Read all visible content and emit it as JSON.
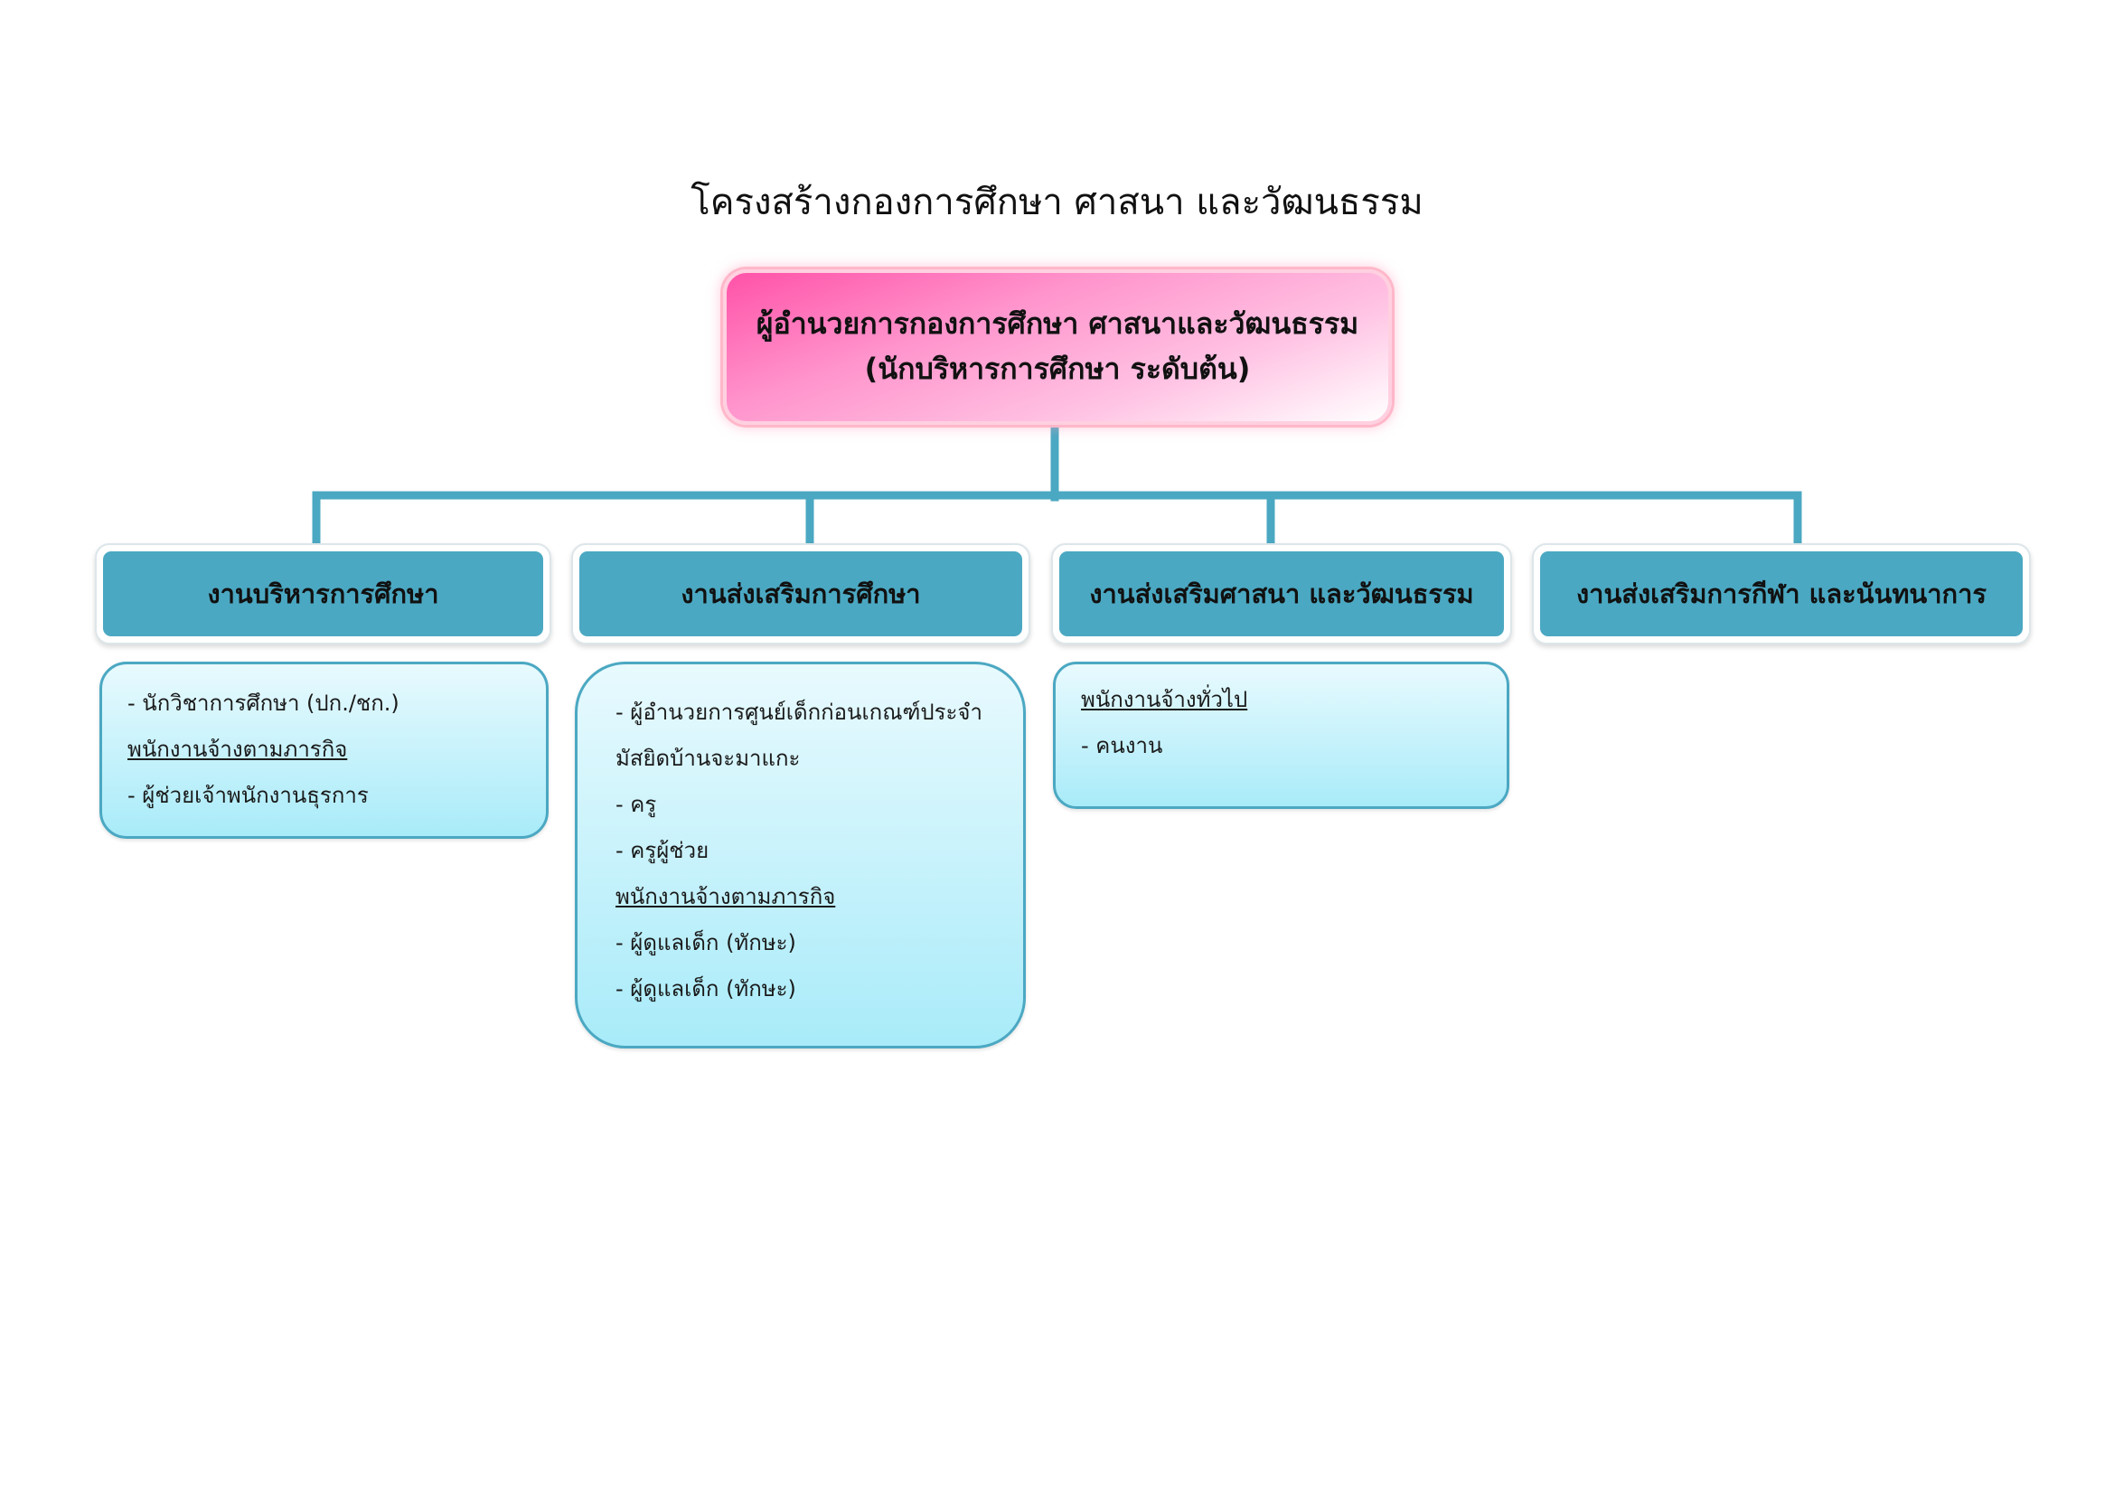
{
  "title": "โครงสร้างกองการศึกษา ศาสนา และวัฒนธรรม",
  "director": {
    "line1": "ผู้อำนวยการกองการศึกษา ศาสนาและวัฒนธรรม",
    "line2": "(นักบริหารการศึกษา ระดับต้น)"
  },
  "departments": [
    {
      "name": "งานบริหารการศึกษา",
      "staff": [
        {
          "text": "- นักวิชาการศึกษา (ปก./ชก.)",
          "heading": false
        },
        {
          "text": "พนักงานจ้างตามภารกิจ",
          "heading": true
        },
        {
          "text": "- ผู้ช่วยเจ้าพนักงานธุรการ",
          "heading": false
        }
      ]
    },
    {
      "name": "งานส่งเสริมการศึกษา",
      "staff": [
        {
          "text": "- ผู้อำนวยการศูนย์เด็กก่อนเกณฑ์ประจำ",
          "heading": false
        },
        {
          "text": "มัสยิดบ้านจะมาแกะ",
          "heading": false
        },
        {
          "text": "-  ครู",
          "heading": false
        },
        {
          "text": "- ครูผู้ช่วย",
          "heading": false
        },
        {
          "text": "พนักงานจ้างตามภารกิจ",
          "heading": true
        },
        {
          "text": "- ผู้ดูแลเด็ก (ทักษะ)",
          "heading": false
        },
        {
          "text": "- ผู้ดูแลเด็ก (ทักษะ)",
          "heading": false
        }
      ]
    },
    {
      "name": "งานส่งเสริมศาสนา และวัฒนธรรม",
      "staff": [
        {
          "text": "พนักงานจ้างทั่วไป",
          "heading": true
        },
        {
          "text": "- คนงาน",
          "heading": false
        }
      ]
    },
    {
      "name": "งานส่งเสริมการกีฬา และนันทนาการ",
      "staff": []
    }
  ]
}
